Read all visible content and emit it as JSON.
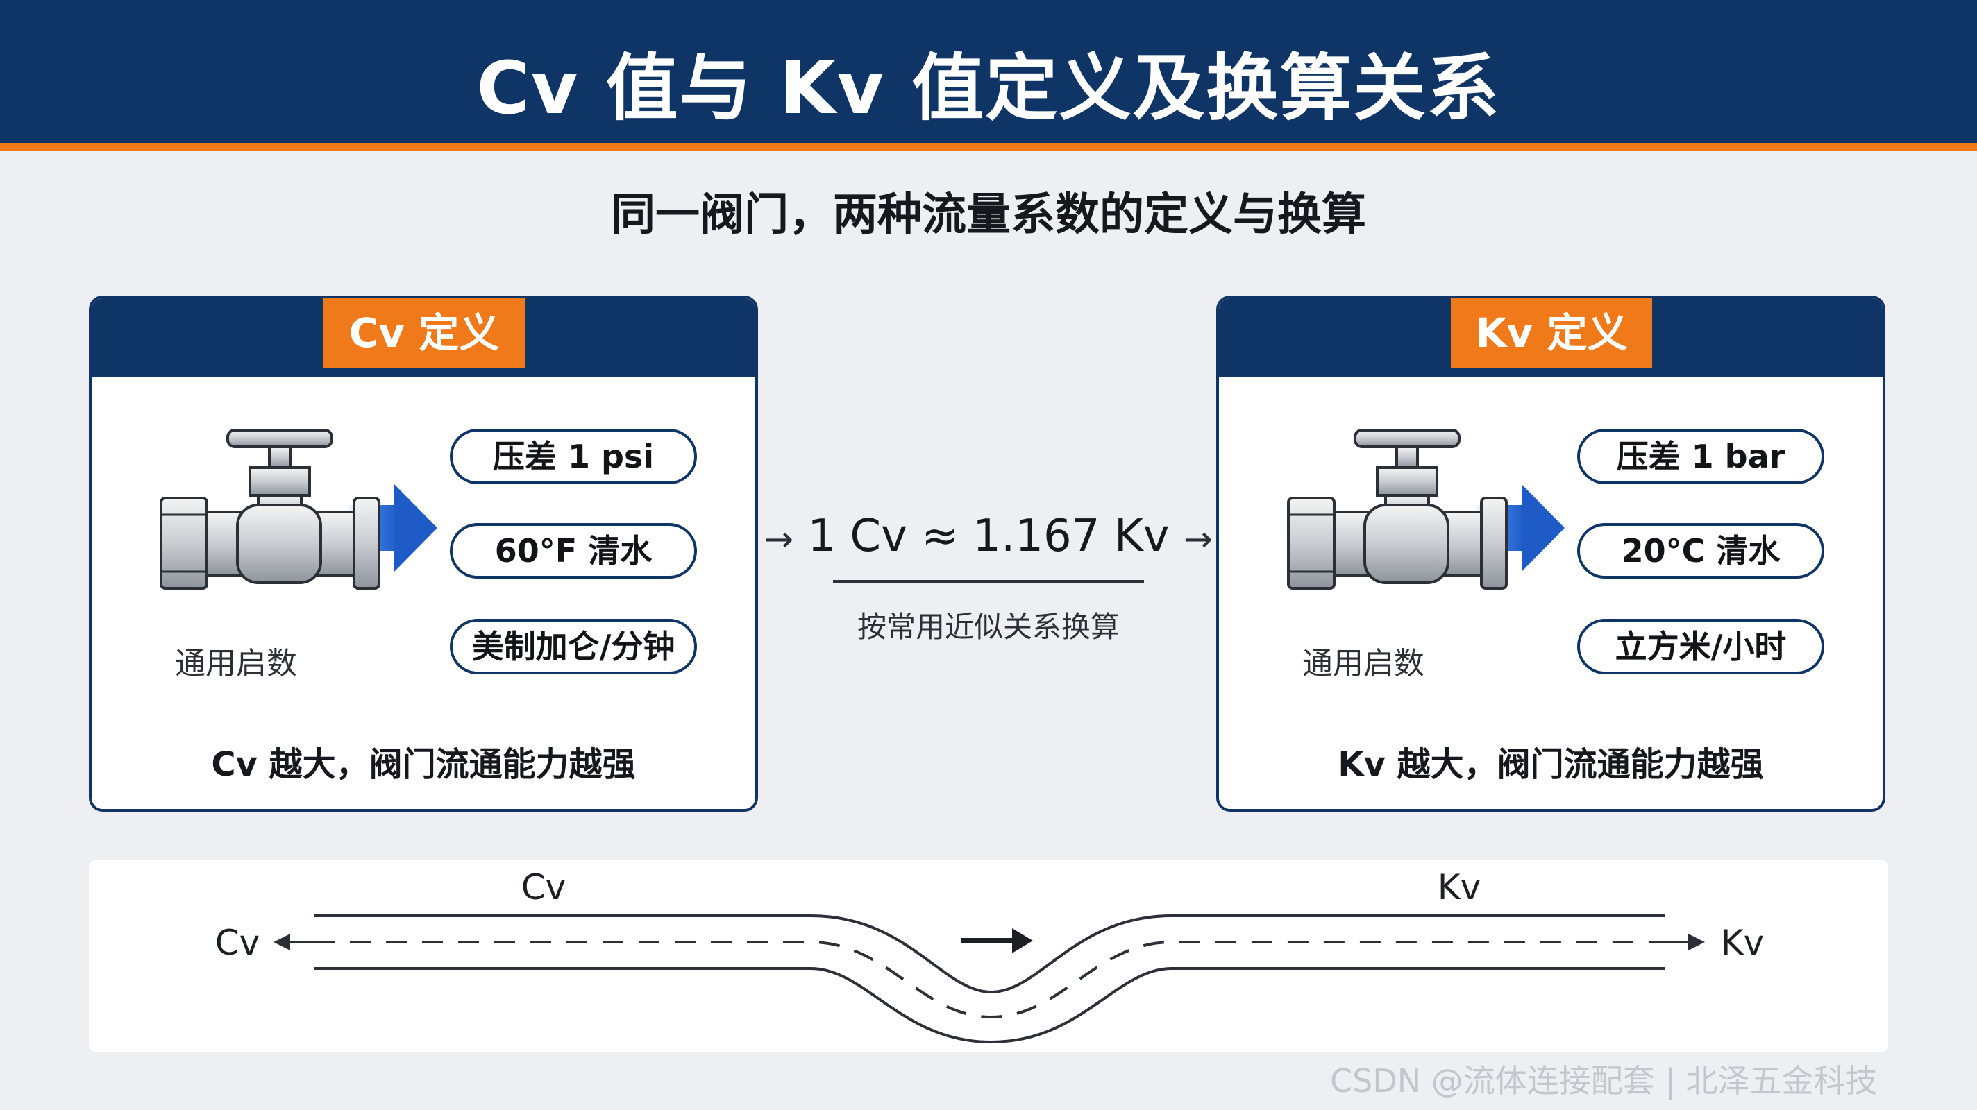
{
  "header": {
    "title": "Cv 值与 Kv 值定义及换算关系"
  },
  "subtitle": "同一阀门，两种流量系数的定义与换算",
  "cards": [
    {
      "tag": "Cv 定义",
      "valve_label": "通用启数",
      "pills": [
        "压差 1 psi",
        "60°F 清水",
        "美制加仑/分钟"
      ],
      "footer": "Cv 越大，阀门流通能力越强"
    },
    {
      "tag": "Kv 定义",
      "valve_label": "通用启数",
      "pills": [
        "压差 1 bar",
        "20°C 清水",
        "立方米/小时"
      ],
      "footer": "Kv 越大，阀门流通能力越强"
    }
  ],
  "conversion": {
    "arrow_left": "→",
    "formula": "1 Cv ≈ 1.167 Kv",
    "arrow_right": "→",
    "note": "按常用近似关系换算"
  },
  "flow": {
    "left_top": "Cv",
    "left_end": "Cv",
    "right_top": "Kv",
    "right_end": "Kv"
  },
  "colors": {
    "navy": "#0f3566",
    "orange": "#f07a1a",
    "flow_blue": "#1e5bc6"
  },
  "watermark": "CSDN @流体连接配套 | 北泽五金科技"
}
